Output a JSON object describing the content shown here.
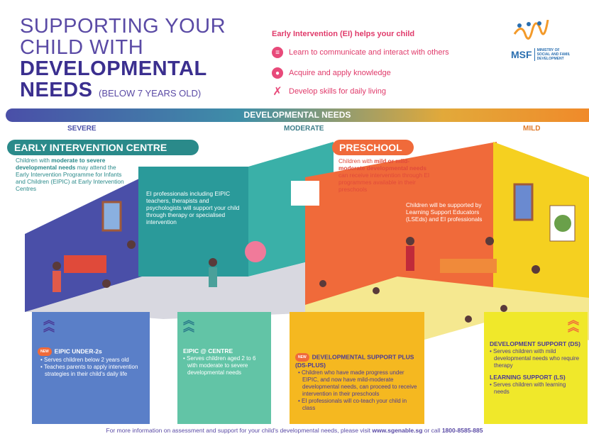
{
  "title": {
    "line1": "SUPPORTING YOUR",
    "line2": "CHILD WITH",
    "line3": "DEVELOPMENTAL",
    "line4": "NEEDS",
    "age": "(BELOW 7 YEARS OLD)"
  },
  "ei": {
    "heading": "Early Intervention (EI) helps your child",
    "items": [
      {
        "icon": "speech-bubble-icon",
        "label": "Learn to communicate and interact with others"
      },
      {
        "icon": "head-brain-icon",
        "label": "Acquire and apply knowledge"
      },
      {
        "icon": "person-activity-icon",
        "label": "Develop skills for daily living"
      }
    ]
  },
  "logo": {
    "abbr": "MSF",
    "name_line1": "MINISTRY OF",
    "name_line2": "SOCIAL AND FAMILY",
    "name_line3": "DEVELOPMENT"
  },
  "bar": {
    "label": "DEVELOPMENTAL NEEDS",
    "levels": [
      "SEVERE",
      "MODERATE",
      "MILD"
    ]
  },
  "eic": {
    "title": "EARLY INTERVENTION CENTRE",
    "desc_pre": "Children with ",
    "desc_bold": "moderate to severe developmental needs",
    "desc_post": " may attend the Early Intervention Programme for Infants and Children (EIPIC) at Early Intervention Centres",
    "pros": "EI professionals including EIPIC teachers, therapists and psychologists will support your child through therapy or specialised intervention"
  },
  "preschool": {
    "title": "PRESCHOOL",
    "desc_pre": "Children with ",
    "desc_bold": "mild or mild-moderate developmental needs",
    "desc_post": " can receive intervention through EI programmes available in their preschools",
    "support": "Children will be supported by Learning Support Educators (LSEds) and EI professionals"
  },
  "new_badge": "NEW",
  "programmes": [
    {
      "title": "EIPIC UNDER-2s",
      "bullets": [
        "Serves children below 2 years old",
        "Teaches parents to apply intervention strategies in their child's daily life"
      ]
    },
    {
      "title": "EIPIC @ CENTRE",
      "bullets": [
        "Serves children aged 2 to 6 with moderate to severe developmental needs"
      ]
    },
    {
      "title": "DEVELOPMENTAL SUPPORT PLUS (DS-PLUS)",
      "bullets": [
        "Children who have made progress under EIPIC, and now have mild-moderate developmental needs, can proceed to receive intervention in their preschools",
        "EI professionals will co-teach your child in class"
      ]
    },
    {
      "title": "DEVELOPMENT SUPPORT (DS)",
      "bullets": [
        "Serves children with mild developmental needs who require therapy"
      ]
    },
    {
      "title": "LEARNING SUPPORT (LS)",
      "bullets": [
        "Serves children with learning needs"
      ]
    }
  ],
  "footer": {
    "text": "For more information on assessment and support for your child's developmental needs, please visit ",
    "url": "www.sgenable.sg",
    "mid": " or call ",
    "phone": "1800-8585-885"
  },
  "colors": {
    "blue": "#5a7fc8",
    "teal": "#62c4a6",
    "orange": "#f5b820",
    "yellow": "#f0e82a",
    "purple": "#4b3a97",
    "pink": "#e03a6a"
  }
}
